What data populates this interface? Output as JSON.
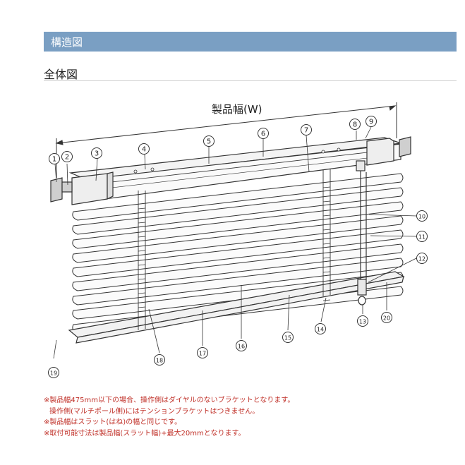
{
  "header": {
    "title": "構造図"
  },
  "section": {
    "title": "全体図"
  },
  "diagram": {
    "width_label": "製品幅(W)",
    "parts": [
      "①",
      "②",
      "③",
      "④",
      "⑤",
      "⑥",
      "⑦",
      "⑧",
      "⑨",
      "⑩",
      "⑪",
      "⑫",
      "⑬",
      "⑭",
      "⑮",
      "⑯",
      "⑰",
      "⑱",
      "⑲",
      "⑳"
    ]
  },
  "notes": [
    "※製品幅475mm以下の場合、操作側はダイヤルのないブラケットとなります。",
    "操作側(マルチポール側)にはテンションブラケットはつきません。",
    "※製品幅はスラット(はね)の幅と同じです。",
    "※取付可能寸法は製品幅(スラット幅)+最大20mmとなります。"
  ],
  "colors": {
    "header_bg": "#7a9fc3",
    "note_text": "#c03028",
    "line": "#333333"
  }
}
